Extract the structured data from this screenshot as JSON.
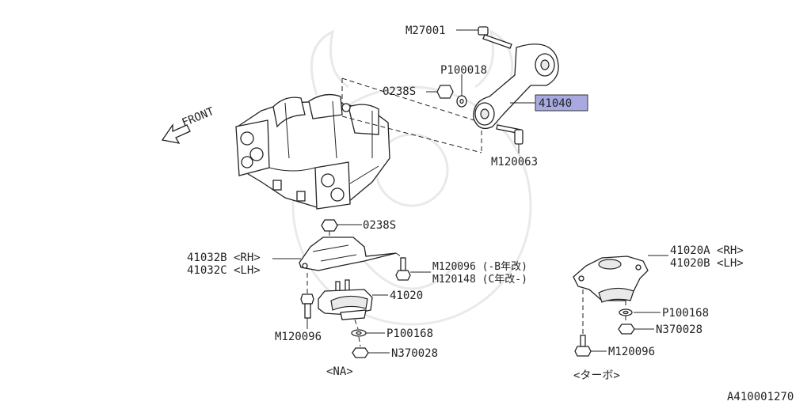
{
  "diagram": {
    "front_label": "FRONT",
    "hint_label": "41040",
    "hint_color": "#a7a9e0",
    "callouts": {
      "m27001": "M27001",
      "p100018": "P100018",
      "n0238s_top": "0238S",
      "m120063": "M120063",
      "n0238s_mid": "0238S",
      "b41032_rh": "41032B <RH>",
      "b41032_lh": "41032C <LH>",
      "m120096_a": "M120096 (-B年改)",
      "m120148": "M120148 (C年改-)",
      "p41020": "41020",
      "m120096_left": "M120096",
      "p100168_left": "P100168",
      "n370028_left": "N370028",
      "na": "<NA>",
      "a41020_rh": "41020A <RH>",
      "b41020_lh": "41020B <LH>",
      "p100168_right": "P100168",
      "n370028_right": "N370028",
      "m120096_right": "M120096",
      "turbo": "<ターボ>"
    },
    "diagram_id": "A410001270"
  }
}
